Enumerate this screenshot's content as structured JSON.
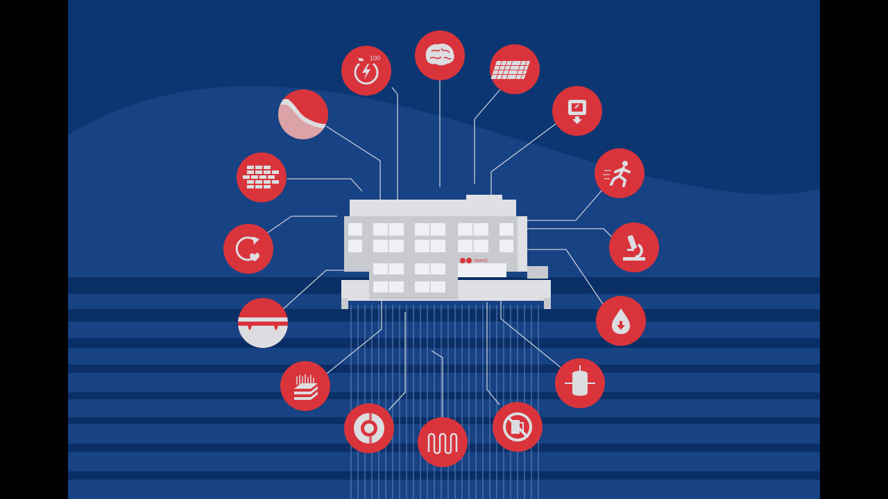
{
  "colors": {
    "letterbox": "#000000",
    "background": "#0c3672",
    "wave": "#174283",
    "stripe": "#0a2f66",
    "accent": "#d9343c",
    "icon": "#dcdde1",
    "connector": "#c9cfdb",
    "building": "#c8cacf",
    "building_light": "#dfe0e3",
    "window": "#eef0f3",
    "foundation_line": "#6f8fc7"
  },
  "building": {
    "brand_text": "room2"
  },
  "icons": [
    {
      "id": "energy-rating",
      "icon": "energy-100-icon",
      "label_text": "100"
    },
    {
      "id": "cognition",
      "icon": "brain-icon"
    },
    {
      "id": "solar-panels",
      "icon": "solar-panel-icon"
    },
    {
      "id": "smart-meter",
      "icon": "meter-download-icon"
    },
    {
      "id": "activity",
      "icon": "running-person-icon"
    },
    {
      "id": "research",
      "icon": "microscope-icon"
    },
    {
      "id": "water-saving",
      "icon": "water-drop-icon"
    },
    {
      "id": "storage-tank",
      "icon": "cylinder-tank-icon"
    },
    {
      "id": "no-fossil-fuel",
      "icon": "no-fuel-pump-icon"
    },
    {
      "id": "underfloor-heating",
      "icon": "heating-coil-icon"
    },
    {
      "id": "heat-exchanger",
      "icon": "ring-disc-icon"
    },
    {
      "id": "green-roof",
      "icon": "green-roof-layers-icon"
    },
    {
      "id": "bridge-infrastructure",
      "icon": "bridge-icon"
    },
    {
      "id": "wellbeing-cycle",
      "icon": "circular-heart-icon"
    },
    {
      "id": "masonry",
      "icon": "brick-wall-icon"
    },
    {
      "id": "terrain",
      "icon": "hill-slope-icon"
    }
  ]
}
